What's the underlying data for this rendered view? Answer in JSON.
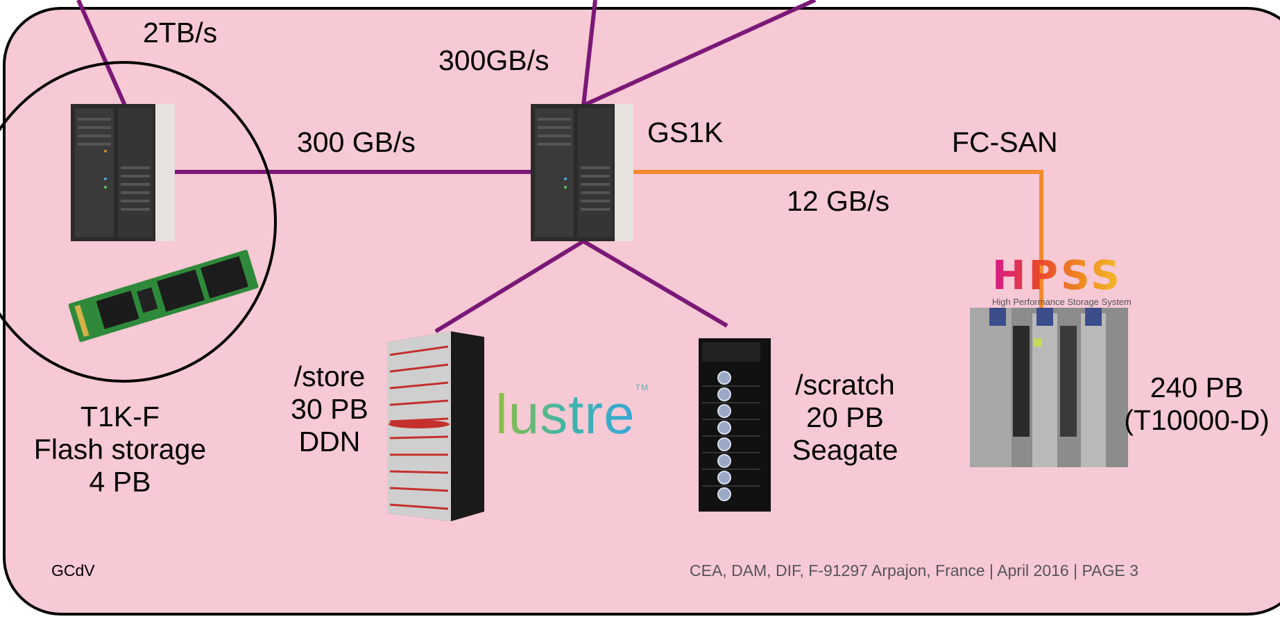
{
  "links": {
    "top_left_bw": "2TB/s",
    "top_center_bw": "300GB/s",
    "flash_link_bw": "300 GB/s",
    "fc_san_label": "FC-SAN",
    "fc_san_bw": "12 GB/s"
  },
  "nodes": {
    "gs1k": "GS1K",
    "flash": [
      "T1K-F",
      "Flash storage",
      "4 PB"
    ],
    "store": [
      "/store",
      "30 PB",
      "DDN"
    ],
    "scratch": [
      "/scratch",
      "20 PB",
      "Seagate"
    ],
    "tape": [
      "240 PB",
      "(T10000-D)"
    ]
  },
  "logos": {
    "lustre": "lustre",
    "lustre_tm": "TM",
    "hpss": "HPSS",
    "hpss_sub": "High Performance Storage System"
  },
  "footer": {
    "left": "GCdV",
    "right": "CEA, DAM, DIF, F-91297 Arpajon, France | April 2016 |  PAGE 3"
  },
  "colors": {
    "background": "#f6c9d4",
    "primary_link": "#7b1877",
    "fc_link": "#f28a2e"
  }
}
